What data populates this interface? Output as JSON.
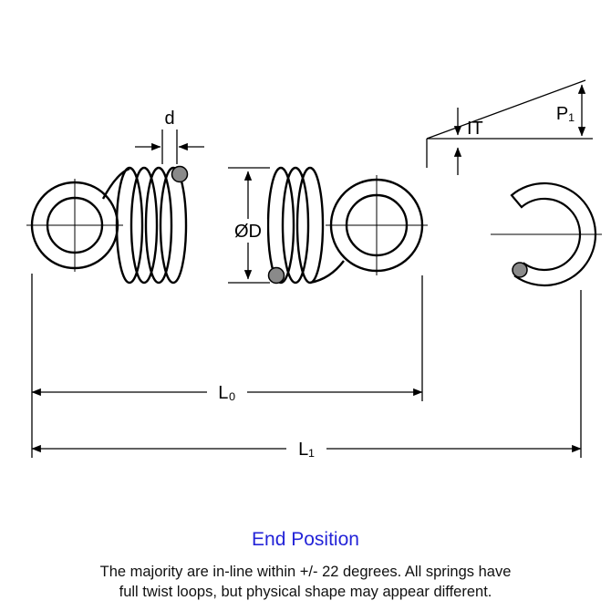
{
  "diagram": {
    "labels": {
      "wire_diameter": "d",
      "outer_diameter": "ØD",
      "length_free": "L₀",
      "length_total": "L₁",
      "load_p1": "P₁",
      "hook_gap": "IT"
    },
    "line_color": "#000000"
  },
  "footer": {
    "title": "End Position",
    "title_color": "#2424d8",
    "note_line1": "The majority are in-line within +/- 22 degrees. All springs have",
    "note_line2": "full twist loops, but physical shape may appear different."
  }
}
